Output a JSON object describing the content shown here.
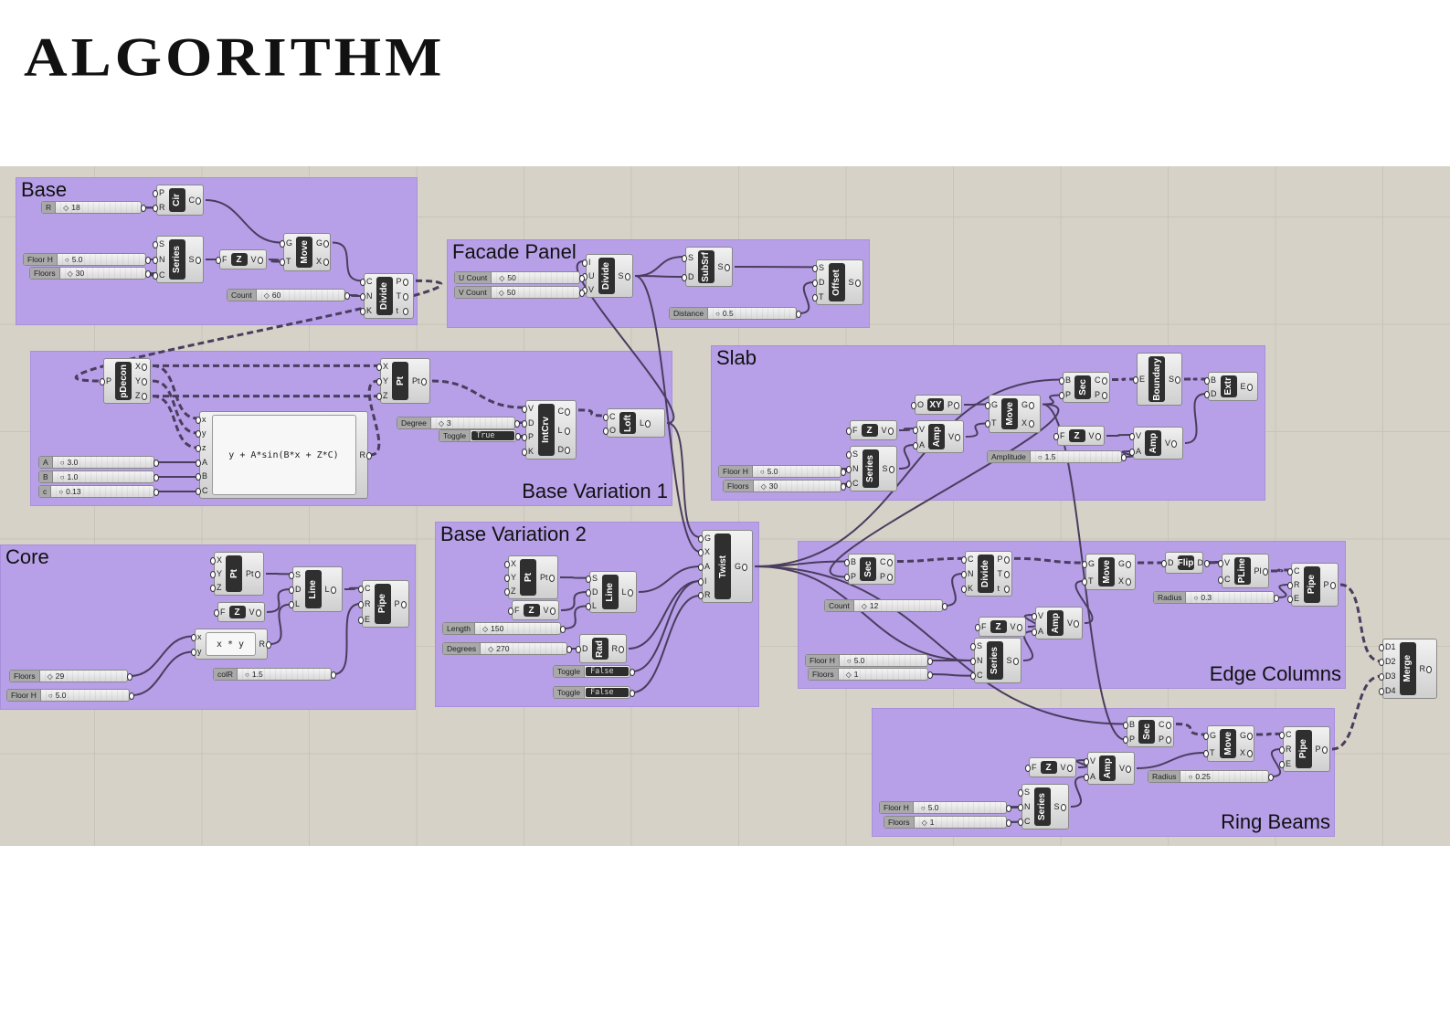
{
  "title": "ALGORITHM",
  "groups": {
    "base": "Base",
    "facade": "Facade Panel",
    "bv1": "Base Variation 1",
    "slab": "Slab",
    "core": "Core",
    "bv2": "Base Variation 2",
    "edge": "Edge Columns",
    "ring": "Ring Beams"
  },
  "components": {
    "base_cir": {
      "label": "Cir",
      "inputs": [
        "P",
        "R"
      ],
      "outputs": [
        "C"
      ]
    },
    "base_series": {
      "label": "Series",
      "inputs": [
        "S",
        "N",
        "C"
      ],
      "outputs": [
        "S"
      ]
    },
    "base_z": {
      "label": "Z",
      "inputs": [
        "F"
      ],
      "outputs": [
        "V"
      ]
    },
    "base_move": {
      "label": "Move",
      "inputs": [
        "G",
        "T"
      ],
      "outputs": [
        "G",
        "X"
      ]
    },
    "base_divide": {
      "label": "Divide",
      "inputs": [
        "C",
        "N",
        "K"
      ],
      "outputs": [
        "P",
        "T",
        "t"
      ]
    },
    "fac_divide": {
      "label": "Divide",
      "inputs": [
        "I",
        "U",
        "V"
      ],
      "outputs": [
        "S"
      ]
    },
    "fac_subsrf": {
      "label": "SubSrf",
      "inputs": [
        "S",
        "D"
      ],
      "outputs": [
        "S"
      ]
    },
    "fac_offset": {
      "label": "Offset",
      "inputs": [
        "S",
        "D",
        "T"
      ],
      "outputs": [
        "S"
      ]
    },
    "bv1_pdecon": {
      "label": "pDecon",
      "inputs": [
        "P"
      ],
      "outputs": [
        "X",
        "Y",
        "Z"
      ]
    },
    "bv1_pt": {
      "label": "Pt",
      "inputs": [
        "X",
        "Y",
        "Z"
      ],
      "outputs": [
        "Pt"
      ]
    },
    "bv1_expr": {
      "expression": "y + A*sin(B*x + Z*C)",
      "inputs": [
        "x",
        "y",
        "z",
        "A",
        "B",
        "C"
      ],
      "outputs": [
        "R"
      ]
    },
    "bv1_intcrv": {
      "label": "IntCrv",
      "inputs": [
        "V",
        "D",
        "P",
        "K"
      ],
      "outputs": [
        "C",
        "L",
        "D"
      ]
    },
    "bv1_loft": {
      "label": "Loft",
      "inputs": [
        "C",
        "O"
      ],
      "outputs": [
        "L"
      ]
    },
    "slab_xy": {
      "label": "XY",
      "inputs": [
        "O"
      ],
      "outputs": [
        "P"
      ]
    },
    "slab_z": {
      "label": "Z",
      "inputs": [
        "F"
      ],
      "outputs": [
        "V"
      ]
    },
    "slab_amp": {
      "label": "Amp",
      "inputs": [
        "V",
        "A"
      ],
      "outputs": [
        "V"
      ]
    },
    "slab_series": {
      "label": "Series",
      "inputs": [
        "S",
        "N",
        "C"
      ],
      "outputs": [
        "S"
      ]
    },
    "slab_move": {
      "label": "Move",
      "inputs": [
        "G",
        "T"
      ],
      "outputs": [
        "G",
        "X"
      ]
    },
    "slab_sec": {
      "label": "Sec",
      "inputs": [
        "B",
        "P"
      ],
      "outputs": [
        "C",
        "P"
      ]
    },
    "slab_boundary": {
      "label": "Boundary",
      "inputs": [
        "E"
      ],
      "outputs": [
        "S"
      ]
    },
    "slab_extr": {
      "label": "Extr",
      "inputs": [
        "B",
        "D"
      ],
      "outputs": [
        "E"
      ]
    },
    "slab_z2": {
      "label": "Z",
      "inputs": [
        "F"
      ],
      "outputs": [
        "V"
      ]
    },
    "slab_amp2": {
      "label": "Amp",
      "inputs": [
        "V",
        "A"
      ],
      "outputs": [
        "V"
      ]
    },
    "core_pt": {
      "label": "Pt",
      "inputs": [
        "X",
        "Y",
        "Z"
      ],
      "outputs": [
        "Pt"
      ]
    },
    "core_z": {
      "label": "Z",
      "inputs": [
        "F"
      ],
      "outputs": [
        "V"
      ]
    },
    "core_line": {
      "label": "Line",
      "inputs": [
        "S",
        "D",
        "L"
      ],
      "outputs": [
        "L"
      ]
    },
    "core_pipe": {
      "label": "Pipe",
      "inputs": [
        "C",
        "R",
        "E"
      ],
      "outputs": [
        "P"
      ]
    },
    "core_mult": {
      "expression": "x * y",
      "inputs": [
        "x",
        "y"
      ],
      "outputs": [
        "R"
      ]
    },
    "bv2_pt": {
      "label": "Pt",
      "inputs": [
        "X",
        "Y",
        "Z"
      ],
      "outputs": [
        "Pt"
      ]
    },
    "bv2_z": {
      "label": "Z",
      "inputs": [
        "F"
      ],
      "outputs": [
        "V"
      ]
    },
    "bv2_line": {
      "label": "Line",
      "inputs": [
        "S",
        "D",
        "L"
      ],
      "outputs": [
        "L"
      ]
    },
    "bv2_rad": {
      "label": "Rad",
      "inputs": [
        "D"
      ],
      "outputs": [
        "R"
      ]
    },
    "bv2_twist": {
      "label": "Twist",
      "inputs": [
        "G",
        "X",
        "A",
        "I",
        "R"
      ],
      "outputs": [
        "G"
      ]
    },
    "edge_sec": {
      "label": "Sec",
      "inputs": [
        "B",
        "P"
      ],
      "outputs": [
        "C",
        "P"
      ]
    },
    "edge_divide": {
      "label": "Divide",
      "inputs": [
        "C",
        "N",
        "K"
      ],
      "outputs": [
        "P",
        "T",
        "t"
      ]
    },
    "edge_move": {
      "label": "Move",
      "inputs": [
        "G",
        "T"
      ],
      "outputs": [
        "G",
        "X"
      ]
    },
    "edge_flip": {
      "label": "Flip",
      "inputs": [
        "D"
      ],
      "outputs": [
        "D"
      ]
    },
    "edge_pline": {
      "label": "PLine",
      "inputs": [
        "V",
        "C"
      ],
      "outputs": [
        "Pl"
      ]
    },
    "edge_pipe": {
      "label": "Pipe",
      "inputs": [
        "C",
        "R",
        "E"
      ],
      "outputs": [
        "P"
      ]
    },
    "edge_z": {
      "label": "Z",
      "inputs": [
        "F"
      ],
      "outputs": [
        "V"
      ]
    },
    "edge_amp": {
      "label": "Amp",
      "inputs": [
        "V",
        "A"
      ],
      "outputs": [
        "V"
      ]
    },
    "edge_series": {
      "label": "Series",
      "inputs": [
        "S",
        "N",
        "C"
      ],
      "outputs": [
        "S"
      ]
    },
    "merge": {
      "label": "Merge",
      "inputs": [
        "D1",
        "D2",
        "D3",
        "D4"
      ],
      "outputs": [
        "R"
      ]
    },
    "ring_sec": {
      "label": "Sec",
      "inputs": [
        "B",
        "P"
      ],
      "outputs": [
        "C",
        "P"
      ]
    },
    "ring_move": {
      "label": "Move",
      "inputs": [
        "G",
        "T"
      ],
      "outputs": [
        "G",
        "X"
      ]
    },
    "ring_pipe": {
      "label": "Pipe",
      "inputs": [
        "C",
        "R",
        "E"
      ],
      "outputs": [
        "P"
      ]
    },
    "ring_z": {
      "label": "Z",
      "inputs": [
        "F"
      ],
      "outputs": [
        "V"
      ]
    },
    "ring_amp": {
      "label": "Amp",
      "inputs": [
        "V",
        "A"
      ],
      "outputs": [
        "V"
      ]
    },
    "ring_series": {
      "label": "Series",
      "inputs": [
        "S",
        "N",
        "C"
      ],
      "outputs": [
        "S"
      ]
    }
  },
  "sliders": {
    "base_r": {
      "label": "R",
      "value": "18"
    },
    "base_floorh": {
      "label": "Floor H",
      "value": "5.0"
    },
    "base_floors": {
      "label": "Floors",
      "value": "30"
    },
    "base_count": {
      "label": "Count",
      "value": "60"
    },
    "fac_u": {
      "label": "U Count",
      "value": "50"
    },
    "fac_v": {
      "label": "V Count",
      "value": "50"
    },
    "fac_dist": {
      "label": "Distance",
      "value": "0.5"
    },
    "bv1_a": {
      "label": "A",
      "value": "3.0"
    },
    "bv1_b": {
      "label": "B",
      "value": "1.0"
    },
    "bv1_c": {
      "label": "c",
      "value": "0.13"
    },
    "bv1_degree": {
      "label": "Degree",
      "value": "3"
    },
    "slab_amplitude": {
      "label": "Amplitude",
      "value": "1.5"
    },
    "slab_floorh": {
      "label": "Floor H",
      "value": "5.0"
    },
    "slab_floors": {
      "label": "Floors",
      "value": "30"
    },
    "core_floors": {
      "label": "Floors",
      "value": "29"
    },
    "core_floorh": {
      "label": "Floor H",
      "value": "5.0"
    },
    "core_colr": {
      "label": "colR",
      "value": "1.5"
    },
    "bv2_length": {
      "label": "Length",
      "value": "150"
    },
    "bv2_degrees": {
      "label": "Degrees",
      "value": "270"
    },
    "edge_count": {
      "label": "Count",
      "value": "12"
    },
    "edge_radius": {
      "label": "Radius",
      "value": "0.3"
    },
    "edge_floorh": {
      "label": "Floor H",
      "value": "5.0"
    },
    "edge_floors": {
      "label": "Floors",
      "value": "1"
    },
    "ring_radius": {
      "label": "Radius",
      "value": "0.25"
    },
    "ring_floorh": {
      "label": "Floor H",
      "value": "5.0"
    },
    "ring_floors": {
      "label": "Floors",
      "value": "1"
    }
  },
  "toggles": {
    "bv1_toggle": {
      "label": "Toggle",
      "value": "True"
    },
    "bv2_toggle1": {
      "label": "Toggle",
      "value": "False"
    },
    "bv2_toggle2": {
      "label": "Toggle",
      "value": "False"
    }
  },
  "colors": {
    "group": "#b7a0e8",
    "canvas": "#d6d2c8",
    "wire": "#4a3d5e"
  }
}
